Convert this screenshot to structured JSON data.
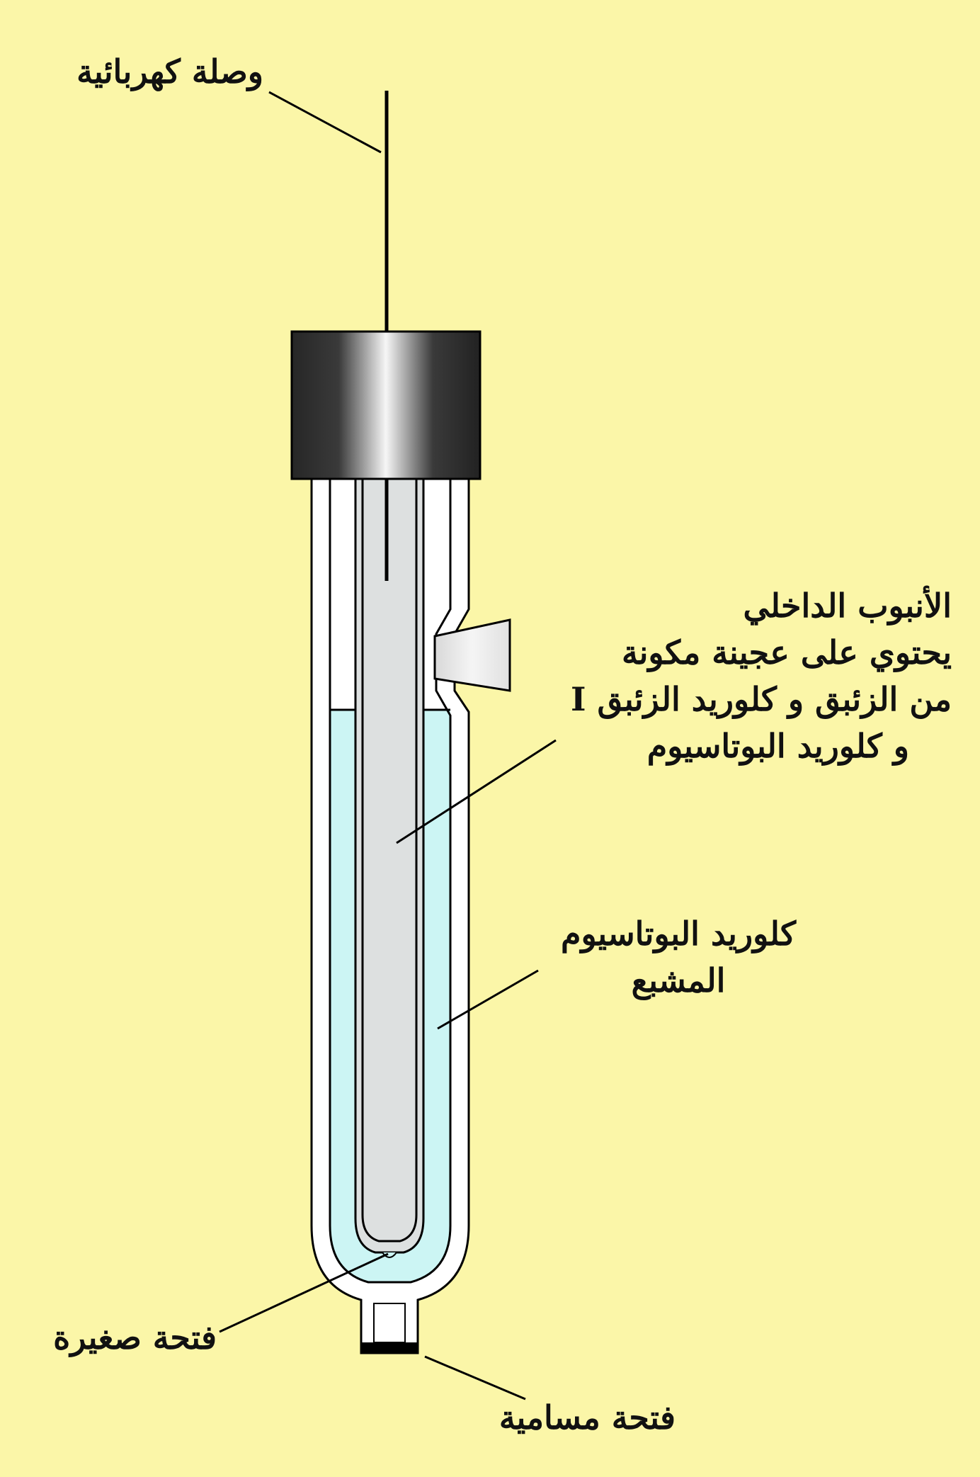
{
  "labels": {
    "electrical_connection": "وصلة كهربائية",
    "inner_tube": [
      "الأنبوب الداخلي",
      "يحتوي على عجينة مكونة",
      "من الزئبق و كلوريد الزئبق I",
      "و كلوريد البوتاسيوم"
    ],
    "saturated_kcl": [
      "كلوريد البوتاسيوم",
      "المشبع"
    ],
    "small_opening": "فتحة صغيرة",
    "porous_opening": "فتحة مسامية"
  },
  "colors": {
    "background": "#fbf6a8",
    "solution": "#ccf5f4",
    "inner_tube": "#dde0e0",
    "glass": "#ffffff",
    "outline": "#000000",
    "cap_dark": "#2a2a2a",
    "cap_light": "#f4f4f4"
  }
}
